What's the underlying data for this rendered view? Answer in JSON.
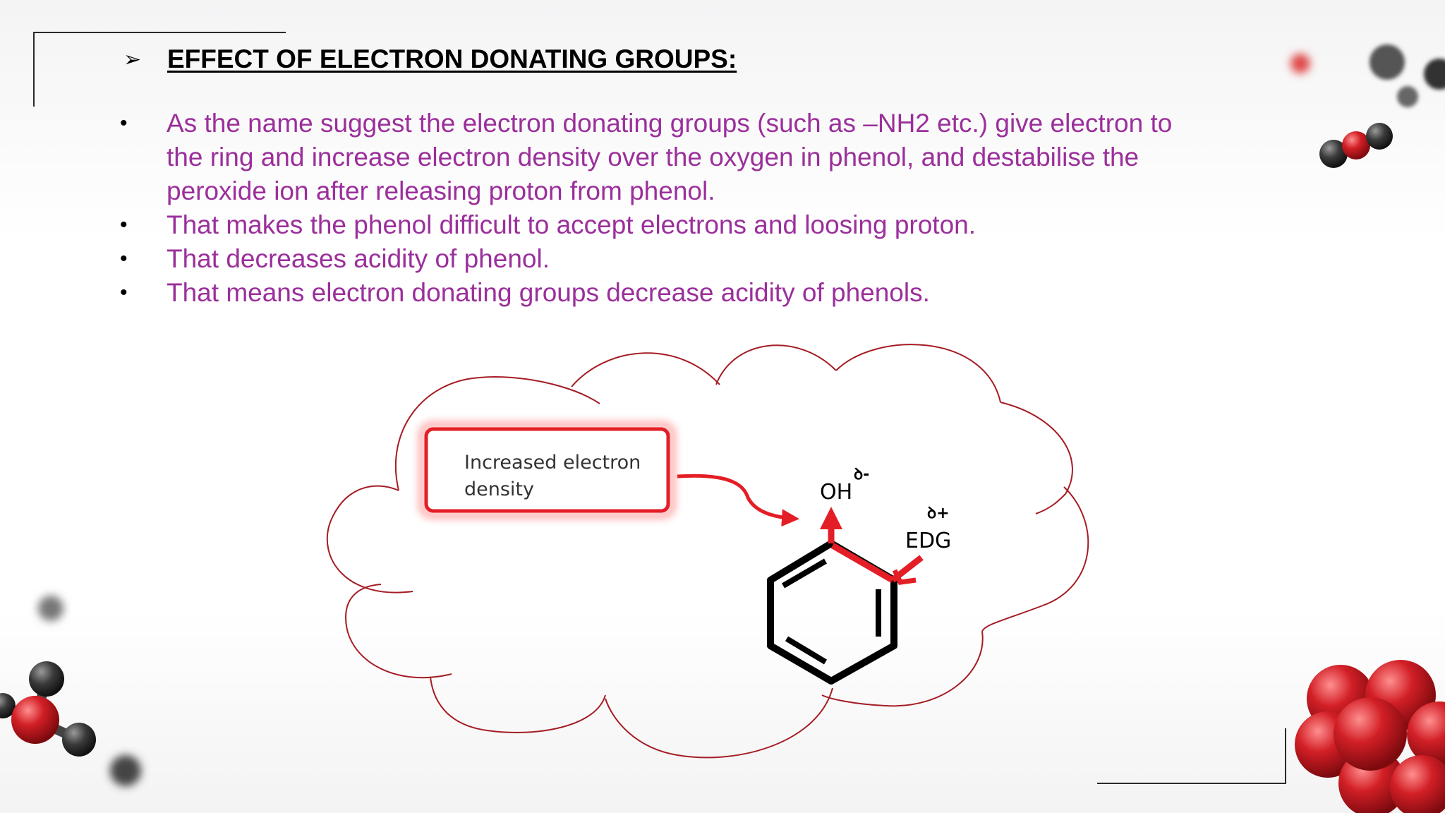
{
  "slide": {
    "heading_bullet": "➢",
    "heading": "EFFECT OF ELECTRON DONATING GROUPS:",
    "bullet_symbol": "•",
    "bullets": [
      " As the name suggest the electron donating groups (such as –NH2 etc.) give electron to the ring and increase electron density over the oxygen in phenol, and destabilise the peroxide ion after releasing proton from phenol.",
      "That makes the phenol difficult to accept electrons and loosing proton.",
      "That decreases acidity of phenol.",
      "That means electron donating groups decrease acidity of phenols."
    ]
  },
  "diagram": {
    "label_box": {
      "line1": "Increased electron",
      "line2": "density"
    },
    "oh_label": "OH",
    "oh_charge": "ꝺ-",
    "edg_label": "EDG",
    "edg_charge": "ꝺ+"
  },
  "colors": {
    "bullet_text": "#9b2f9b",
    "heading_text": "#000000",
    "cloud_outline": "#a51d24",
    "arrow_red": "#e31e26",
    "molecule_red": "#c0181f",
    "molecule_gray": "#3a3a3a"
  },
  "decorations": [
    "molecule-icon-top-right",
    "molecule-icon-bottom-left",
    "molecule-cluster-icon-bottom-right"
  ]
}
